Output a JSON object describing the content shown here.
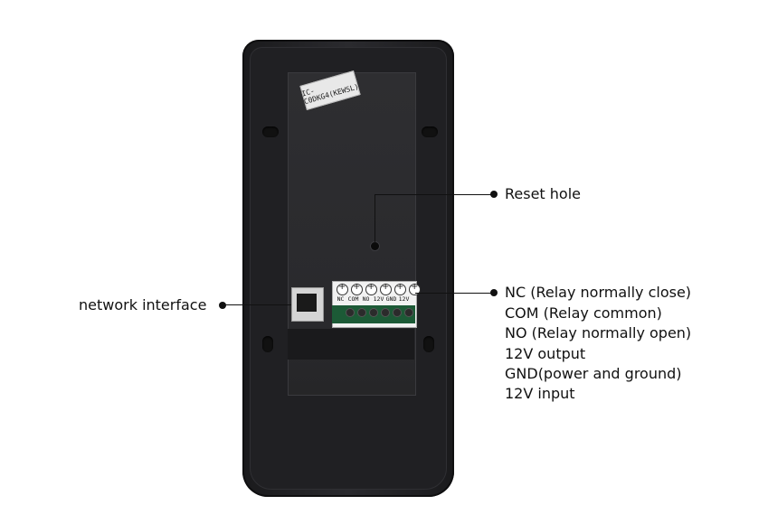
{
  "device": {
    "sticker_text": "IC-C0DKG4(KEWSL)"
  },
  "terminal": {
    "pins": [
      "NC",
      "COM",
      "NO",
      "12V",
      "GND",
      "12V"
    ]
  },
  "callouts": {
    "reset": "Reset hole",
    "network": "network interface",
    "relay_lines": [
      "NC (Relay normally close)",
      "COM (Relay common)",
      "NO (Relay normally open)",
      "12V output",
      "GND(power and ground)",
      "12V input"
    ]
  }
}
